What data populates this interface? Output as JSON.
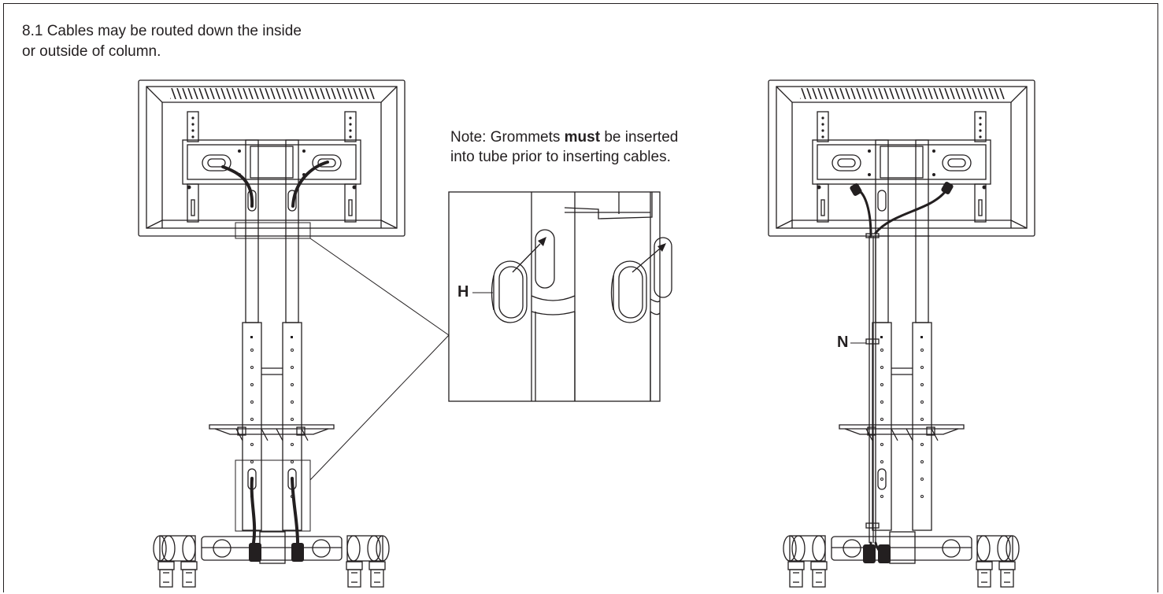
{
  "step": {
    "text": "8.1 Cables may be routed down the inside or outside of column."
  },
  "note": {
    "prefix": "Note: Grommets ",
    "emphasis": "must",
    "suffix": " be inserted into tube prior to inserting cables."
  },
  "labels": {
    "grommet": "H",
    "cable_tie": "N"
  },
  "colors": {
    "line": "#231f20",
    "fill": "#231f20"
  }
}
